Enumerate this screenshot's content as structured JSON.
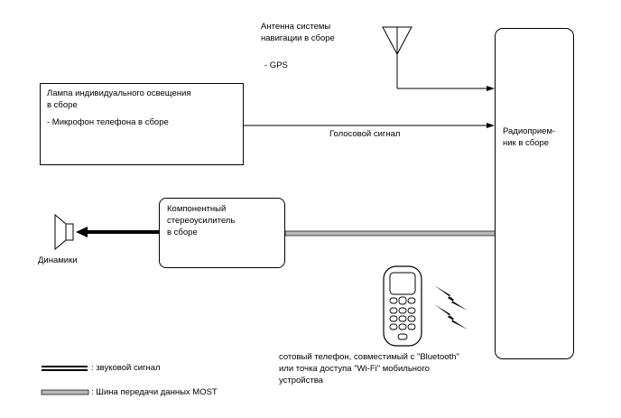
{
  "gps_antenna": {
    "line1": "Антенна системы",
    "line2": "навигации в сборе",
    "item": "- GPS"
  },
  "lamp_unit": {
    "line1": "Лампа индивидуального освещения",
    "line2": "в сборе",
    "item": "- Микрофон телефона в сборе"
  },
  "voice_signal_label": "Голосовой сигнал",
  "radio_receiver": {
    "line1": "Радиоприем-",
    "line2": "ник в сборе"
  },
  "amplifier": {
    "line1": "Компонентный",
    "line2": "стереоусилитель",
    "line3": "в сборе"
  },
  "speakers_label": "Динамики",
  "phone_caption": {
    "line1": "сотовый телефон, совместимый с \"Bluetooth\"",
    "line2": "или точка доступа \"Wi-Fi\" мобильного",
    "line3": "устройства"
  },
  "legend": {
    "sound_signal": ": звуковой сигнал",
    "most_bus": ": Шина передачи данных MOST"
  }
}
